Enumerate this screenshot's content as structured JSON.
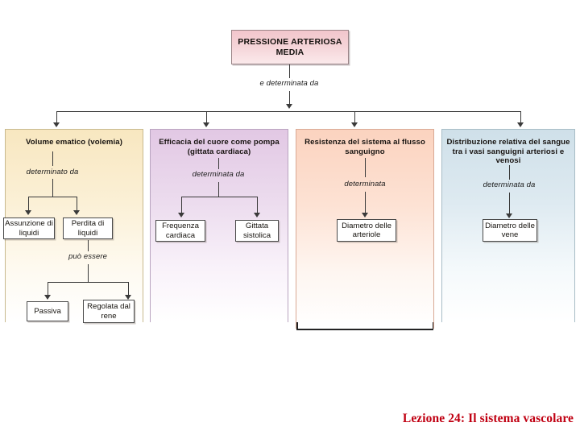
{
  "title": {
    "text": "PRESSIONE ARTERIOSA MEDIA",
    "connector_label": "e determinata da",
    "color": "#f2c6cc"
  },
  "columns": [
    {
      "id": "volume-ematico",
      "heading": "Volume ematico (volemia)",
      "color": "#f8e7c0",
      "connector_label": "determinato da",
      "children": [
        {
          "label": "Assunzione di liquidi"
        },
        {
          "label": "Perdita di liquidi"
        }
      ],
      "sub_connector_label": "può essere",
      "grandchildren": [
        {
          "label": "Passiva"
        },
        {
          "label": "Regolata dal rene"
        }
      ]
    },
    {
      "id": "efficacia-cuore",
      "heading": "Efficacia del cuore come pompa (gittata cardiaca)",
      "color": "#e2c8e4",
      "connector_label": "determinata da",
      "children": [
        {
          "label": "Frequenza cardiaca"
        },
        {
          "label": "Gittata sistolica"
        }
      ]
    },
    {
      "id": "resistenza-sistema",
      "heading": "Resistenza del sistema al flusso sanguigno",
      "color": "#fbd3bf",
      "connector_label": "determinata",
      "children": [
        {
          "label": "Diametro delle arteriole"
        }
      ]
    },
    {
      "id": "distribuzione-sangue",
      "heading": "Distribuzione relativa del sangue tra i vasi sanguigni arteriosi e venosi",
      "color": "#cfe0e9",
      "connector_label": "determinata da",
      "children": [
        {
          "label": "Diametro delle vene"
        }
      ]
    }
  ],
  "caption": {
    "text": "Lezione 24: Il sistema vascolare",
    "color": "#c00012"
  }
}
